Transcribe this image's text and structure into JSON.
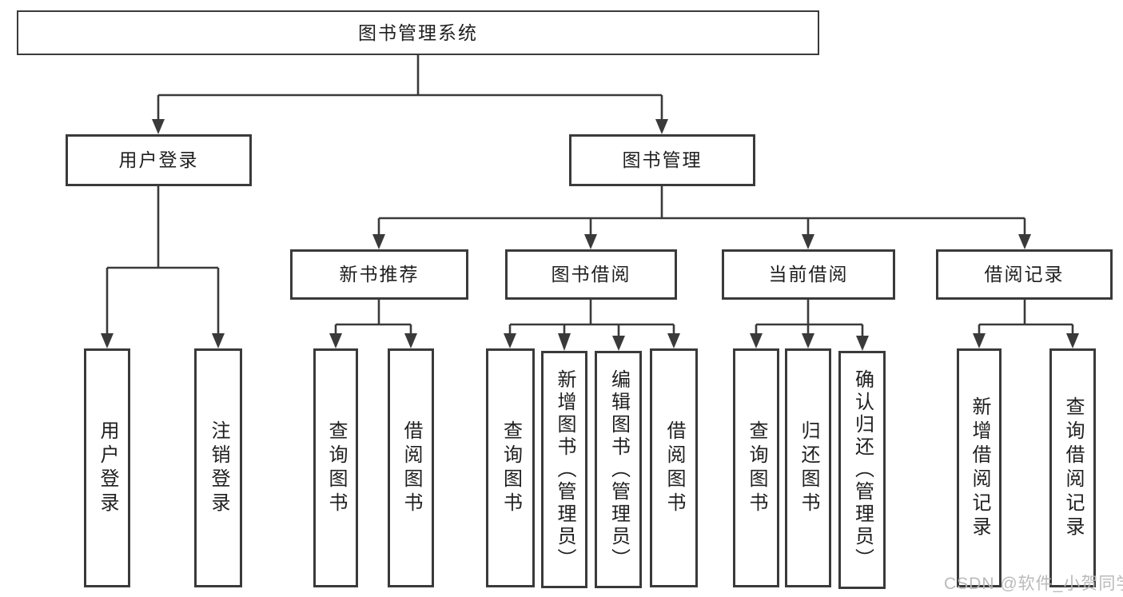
{
  "colors": {
    "line": "#3a3a3a",
    "text": "#1f1f1f",
    "background": "#ffffff",
    "watermark": "#b6b6b6"
  },
  "root": {
    "label": "图书管理系统"
  },
  "branches": {
    "user_login": {
      "label": "用户登录"
    },
    "book_management": {
      "label": "图书管理"
    }
  },
  "modules": {
    "new_book_recommend": {
      "label": "新书推荐"
    },
    "book_borrowing": {
      "label": "图书借阅"
    },
    "current_borrowing": {
      "label": "当前借阅"
    },
    "borrowing_records": {
      "label": "借阅记录"
    }
  },
  "functions": {
    "user_login": {
      "label": "用户登录"
    },
    "logout": {
      "label": "注销登录"
    },
    "recommend_query_books": {
      "label": "查询图书"
    },
    "recommend_borrow_books": {
      "label": "借阅图书"
    },
    "borrowing_query_books": {
      "label": "查询图书"
    },
    "borrowing_add_books": {
      "label": "新增图书（管理员）"
    },
    "borrowing_edit_books": {
      "label": "编辑图书（管理员）"
    },
    "borrowing_borrow_books": {
      "label": "借阅图书"
    },
    "current_query_books": {
      "label": "查询图书"
    },
    "current_return_books": {
      "label": "归还图书"
    },
    "current_confirm_return": {
      "label": "确认归还（管理员）"
    },
    "records_add_record": {
      "label": "新增借阅记录"
    },
    "records_query_record": {
      "label": "查询借阅记录"
    }
  },
  "watermark": {
    "text": "CSDN @软件_小贺同学"
  }
}
